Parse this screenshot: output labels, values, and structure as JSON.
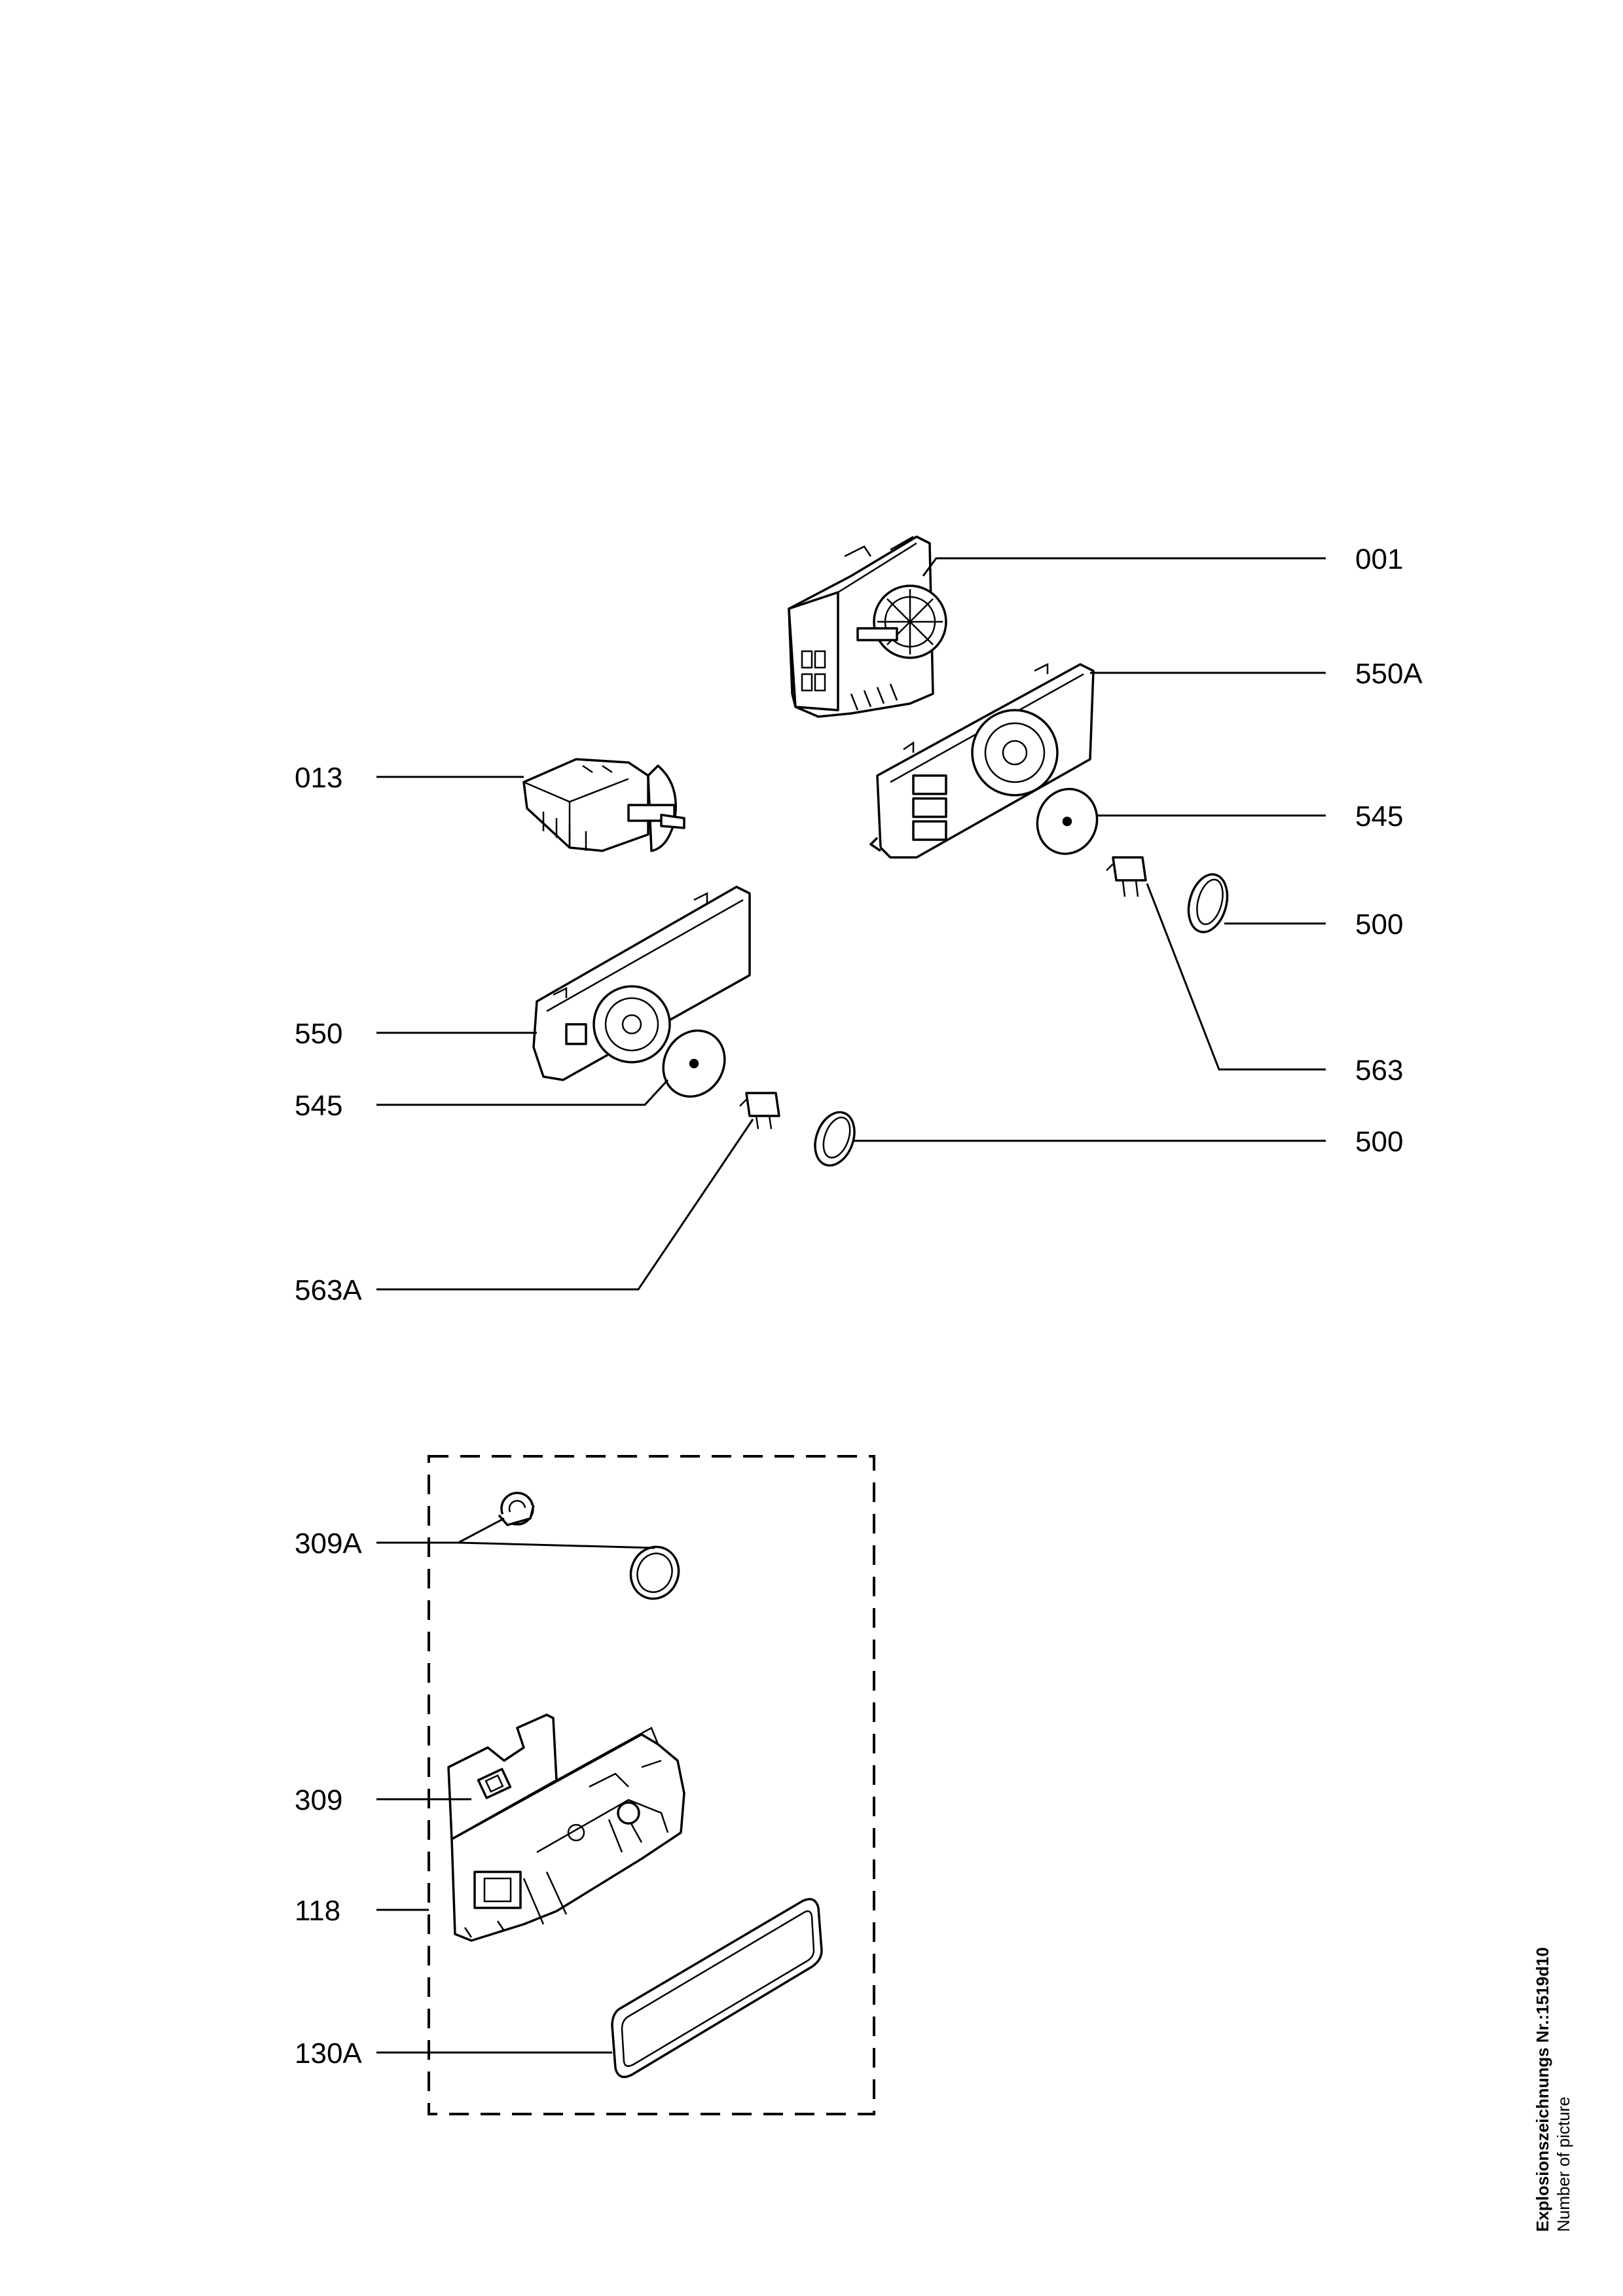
{
  "labels": {
    "l001": "001",
    "l550A": "550A",
    "l013": "013",
    "l545a": "545",
    "l500a": "500",
    "l550": "550",
    "l563": "563",
    "l545b": "545",
    "l500b": "500",
    "l563A": "563A",
    "l309A": "309A",
    "l309": "309",
    "l118": "118",
    "l130A": "130A"
  },
  "sidebar": {
    "drawing_number": "Explosionszeichnungs Nr.:1519d10",
    "picture_caption": "Number of picture"
  }
}
